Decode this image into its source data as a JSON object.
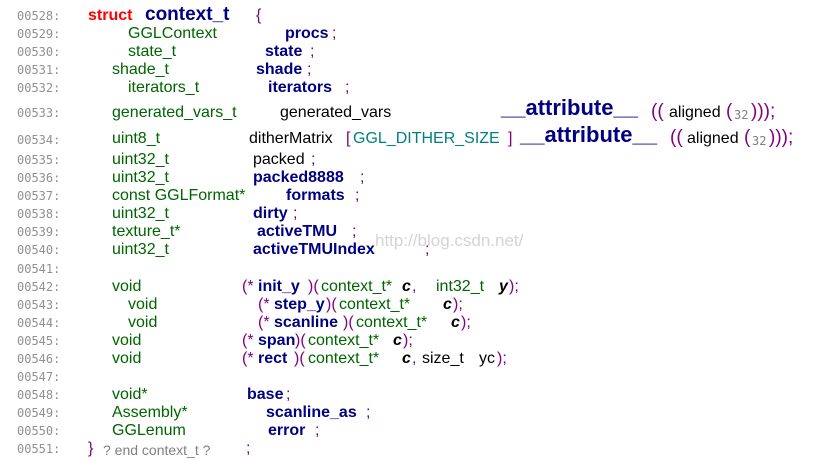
{
  "line_numbers": [
    "00528:",
    "00529:",
    "00530:",
    "00531:",
    "00532:",
    "00533:",
    "00534:",
    "00535:",
    "00536:",
    "00537:",
    "00538:",
    "00539:",
    "00540:",
    "00541:",
    "00542:",
    "00543:",
    "00544:",
    "00545:",
    "00546:",
    "00547:",
    "00548:",
    "00549:",
    "00550:",
    "00551:"
  ],
  "watermark": "http://blog.csdn.net/",
  "code": {
    "l528": {
      "kw": "struct",
      "name": "context_t",
      "brace": "{"
    },
    "l529": {
      "type": "GGLContext",
      "field": "procs",
      "semi": ";"
    },
    "l530": {
      "type": "state_t",
      "field": "state",
      "semi": ";"
    },
    "l531": {
      "type": "shade_t",
      "field": "shade",
      "semi": ";"
    },
    "l532": {
      "type": "iterators_t",
      "field": "iterators",
      "semi": ";"
    },
    "l533": {
      "type": "generated_vars_t",
      "field": "generated_vars",
      "attr": "__attribute__",
      "p1": "((",
      "aligned": "aligned",
      "p2": "(",
      "num": "32",
      "p3": ")));"
    },
    "l534": {
      "type": "uint8_t",
      "field": "ditherMatrix",
      "b1": "[",
      "const": "GGL_DITHER_SIZE",
      "b2": "]",
      "attr": "__attribute__",
      "p1": "((",
      "aligned": "aligned",
      "p2": "(",
      "num": "32",
      "p3": ")));"
    },
    "l535": {
      "type": "uint32_t",
      "field": "packed",
      "semi": ";"
    },
    "l536": {
      "type": "uint32_t",
      "field": "packed8888",
      "semi": ";"
    },
    "l537": {
      "type": "const GGLFormat*",
      "field": "formats",
      "semi": ";"
    },
    "l538": {
      "type": "uint32_t",
      "field": "dirty",
      "semi": ";"
    },
    "l539": {
      "type": "texture_t*",
      "field": "activeTMU",
      "semi": ";"
    },
    "l540": {
      "type": "uint32_t",
      "field": "activeTMUIndex",
      "semi": ";"
    },
    "l542": {
      "type": "void",
      "p1": "(*",
      "field": "init_y",
      "p2": ")(",
      "a1t": "context_t*",
      "a1": "c",
      "comma": ",",
      "a2t": "int32_t",
      "a2": "y",
      "p3": ");"
    },
    "l543": {
      "type": "void",
      "p1": "(*",
      "field": "step_y",
      "p2": ")(",
      "a1t": "context_t*",
      "a1": "c",
      "p3": ");"
    },
    "l544": {
      "type": "void",
      "p1": "(*",
      "field": "scanline",
      "p2": ")(",
      "a1t": "context_t*",
      "a1": "c",
      "p3": ");"
    },
    "l545": {
      "type": "void",
      "p1": "(*",
      "field": "span",
      "p2": ")(",
      "a1t": "context_t*",
      "a1": "c",
      "p3": ");"
    },
    "l546": {
      "type": "void",
      "p1": "(*",
      "field": "rect",
      "p2": ")(",
      "a1t": "context_t*",
      "a1": "c",
      "comma": ",",
      "a2t": "size_t",
      "a2": "yc",
      "p3": ");"
    },
    "l548": {
      "type": "void*",
      "field": "base",
      "semi": ";"
    },
    "l549": {
      "type": "Assembly*",
      "field": "scanline_as",
      "semi": ";"
    },
    "l550": {
      "type": "GGLenum",
      "field": "error",
      "semi": ";"
    },
    "l551": {
      "brace": "}",
      "comment": "? end context_t ?",
      "semi": ";"
    }
  }
}
